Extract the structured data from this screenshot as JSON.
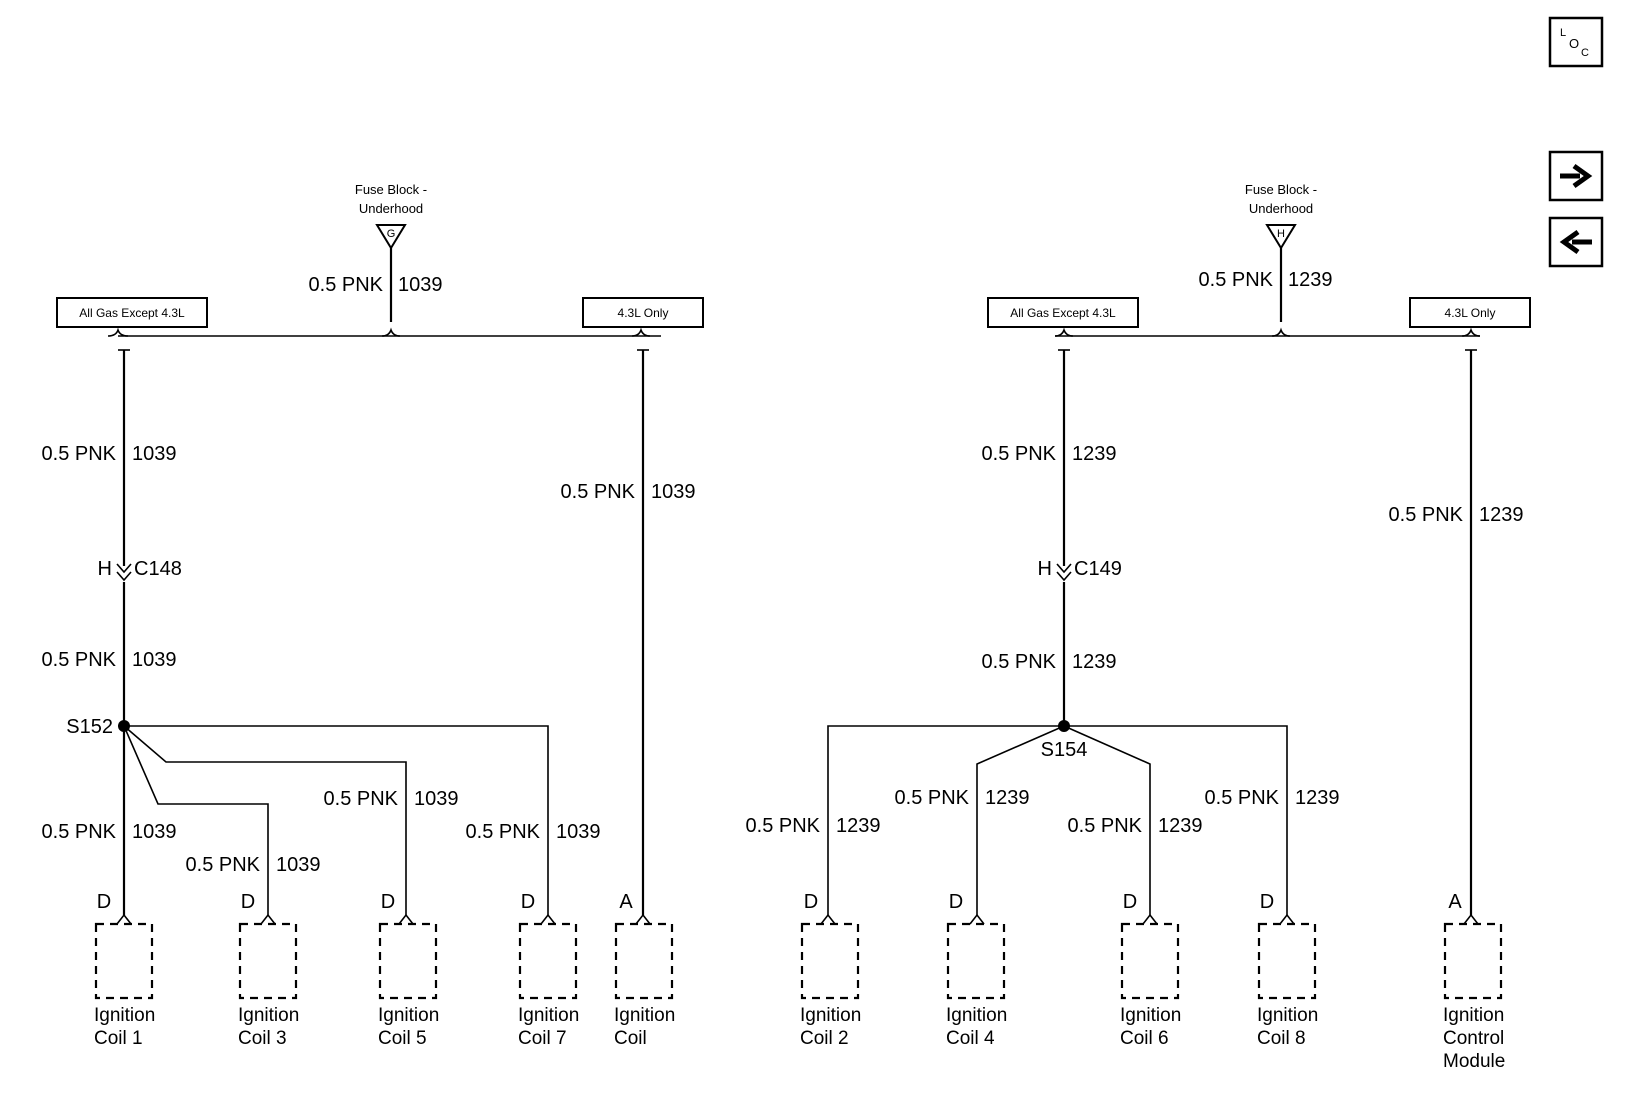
{
  "nav": {
    "loc_letters": [
      "L",
      "O",
      "C"
    ],
    "arrow_right_icon": "arrow-right-icon",
    "arrow_left_icon": "arrow-left-icon"
  },
  "left": {
    "fuse_block": [
      "Fuse Block -",
      "Underhood"
    ],
    "fuse_letter": "G",
    "feed_wire": {
      "size": "0.5 PNK",
      "circuit": "1039"
    },
    "option_left": "All Gas Except 4.3L",
    "option_right": "4.3L Only",
    "branch_wire": {
      "size": "0.5 PNK",
      "circuit": "1039"
    },
    "right_wire": {
      "size": "0.5 PNK",
      "circuit": "1039"
    },
    "connector": {
      "pin": "H",
      "name": "C148"
    },
    "lower_wire": {
      "size": "0.5 PNK",
      "circuit": "1039"
    },
    "splice": "S152",
    "coil1_wire": {
      "size": "0.5 PNK",
      "circuit": "1039"
    },
    "coil3_wire": {
      "size": "0.5 PNK",
      "circuit": "1039"
    },
    "coil5_wire": {
      "size": "0.5 PNK",
      "circuit": "1039"
    },
    "coil7_wire": {
      "size": "0.5 PNK",
      "circuit": "1039"
    },
    "components": [
      {
        "pin": "D",
        "name": [
          "Ignition",
          "Coil 1"
        ]
      },
      {
        "pin": "D",
        "name": [
          "Ignition",
          "Coil 3"
        ]
      },
      {
        "pin": "D",
        "name": [
          "Ignition",
          "Coil 5"
        ]
      },
      {
        "pin": "D",
        "name": [
          "Ignition",
          "Coil 7"
        ]
      },
      {
        "pin": "A",
        "name": [
          "Ignition",
          "Coil"
        ]
      }
    ]
  },
  "right": {
    "fuse_block": [
      "Fuse Block -",
      "Underhood"
    ],
    "fuse_letter": "H",
    "feed_wire": {
      "size": "0.5 PNK",
      "circuit": "1239"
    },
    "option_left": "All Gas Except 4.3L",
    "option_right": "4.3L Only",
    "branch_wire": {
      "size": "0.5 PNK",
      "circuit": "1239"
    },
    "right_wire": {
      "size": "0.5 PNK",
      "circuit": "1239"
    },
    "connector": {
      "pin": "H",
      "name": "C149"
    },
    "lower_wire": {
      "size": "0.5 PNK",
      "circuit": "1239"
    },
    "splice": "S154",
    "coil2_wire": {
      "size": "0.5 PNK",
      "circuit": "1239"
    },
    "coil4_wire": {
      "size": "0.5 PNK",
      "circuit": "1239"
    },
    "coil6_wire": {
      "size": "0.5 PNK",
      "circuit": "1239"
    },
    "coil8_wire": {
      "size": "0.5 PNK",
      "circuit": "1239"
    },
    "components": [
      {
        "pin": "D",
        "name": [
          "Ignition",
          "Coil 2"
        ]
      },
      {
        "pin": "D",
        "name": [
          "Ignition",
          "Coil 4"
        ]
      },
      {
        "pin": "D",
        "name": [
          "Ignition",
          "Coil 6"
        ]
      },
      {
        "pin": "D",
        "name": [
          "Ignition",
          "Coil 8"
        ]
      },
      {
        "pin": "A",
        "name": [
          "Ignition",
          "Control",
          "Module"
        ]
      }
    ]
  }
}
